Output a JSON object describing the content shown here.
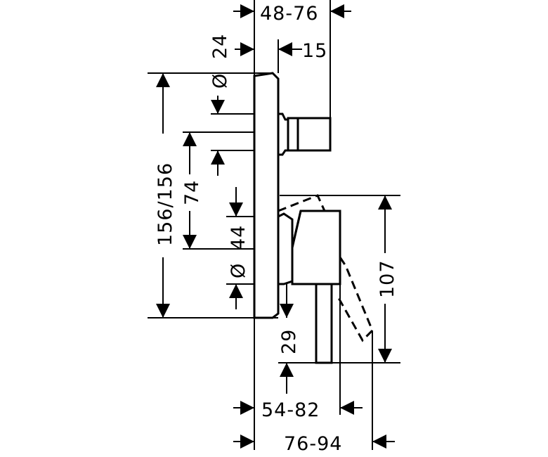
{
  "drawing": {
    "dimensions": {
      "top_depth": "48-76",
      "diameter_24_value": "24",
      "diameter_symbol": "Ø",
      "stop_offset": "15",
      "total_height": "156/156",
      "upper_spacing": "74",
      "lower_spacing": "44",
      "handle_height": "107",
      "lever_drop": "29",
      "bottom_depth_inner": "54-82",
      "bottom_depth_outer": "76-94"
    }
  }
}
